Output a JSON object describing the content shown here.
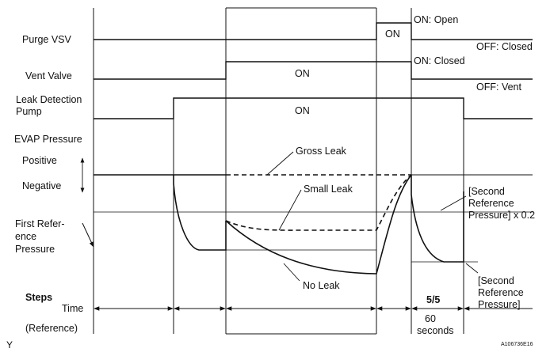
{
  "signals": {
    "purge_vsv": "Purge VSV",
    "vent_valve": "Vent Valve",
    "leak_pump_line1": "Leak Detection",
    "leak_pump_line2": "Pump",
    "evap_pressure": "EVAP Pressure",
    "positive": "Positive",
    "negative": "Negative",
    "first_ref_line1": "First Refer-",
    "first_ref_line2": "ence",
    "first_ref_line3": "Pressure"
  },
  "states": {
    "purge_on": "ON",
    "vent_on": "ON",
    "pump_on": "ON",
    "on_open": "ON: Open",
    "off_closed": "OFF: Closed",
    "on_closed": "ON: Closed",
    "off_vent": "OFF: Vent"
  },
  "curves": {
    "gross_leak": "Gross Leak",
    "small_leak": "Small Leak",
    "no_leak": "No Leak"
  },
  "second_ref": {
    "x02_line1": "[Second",
    "x02_line2": "Reference",
    "x02_line3": "Pressure] x 0.2",
    "p_line1": "[Second",
    "p_line2": "Reference",
    "p_line3": "Pressure]"
  },
  "timeline": {
    "steps": "Steps",
    "time": "Time",
    "reference": "(Reference)",
    "step_label": "5/5",
    "duration_line1": "60",
    "duration_line2": "seconds"
  },
  "footer": {
    "corner_mark": "Y",
    "figure_code": "A106736E16"
  }
}
